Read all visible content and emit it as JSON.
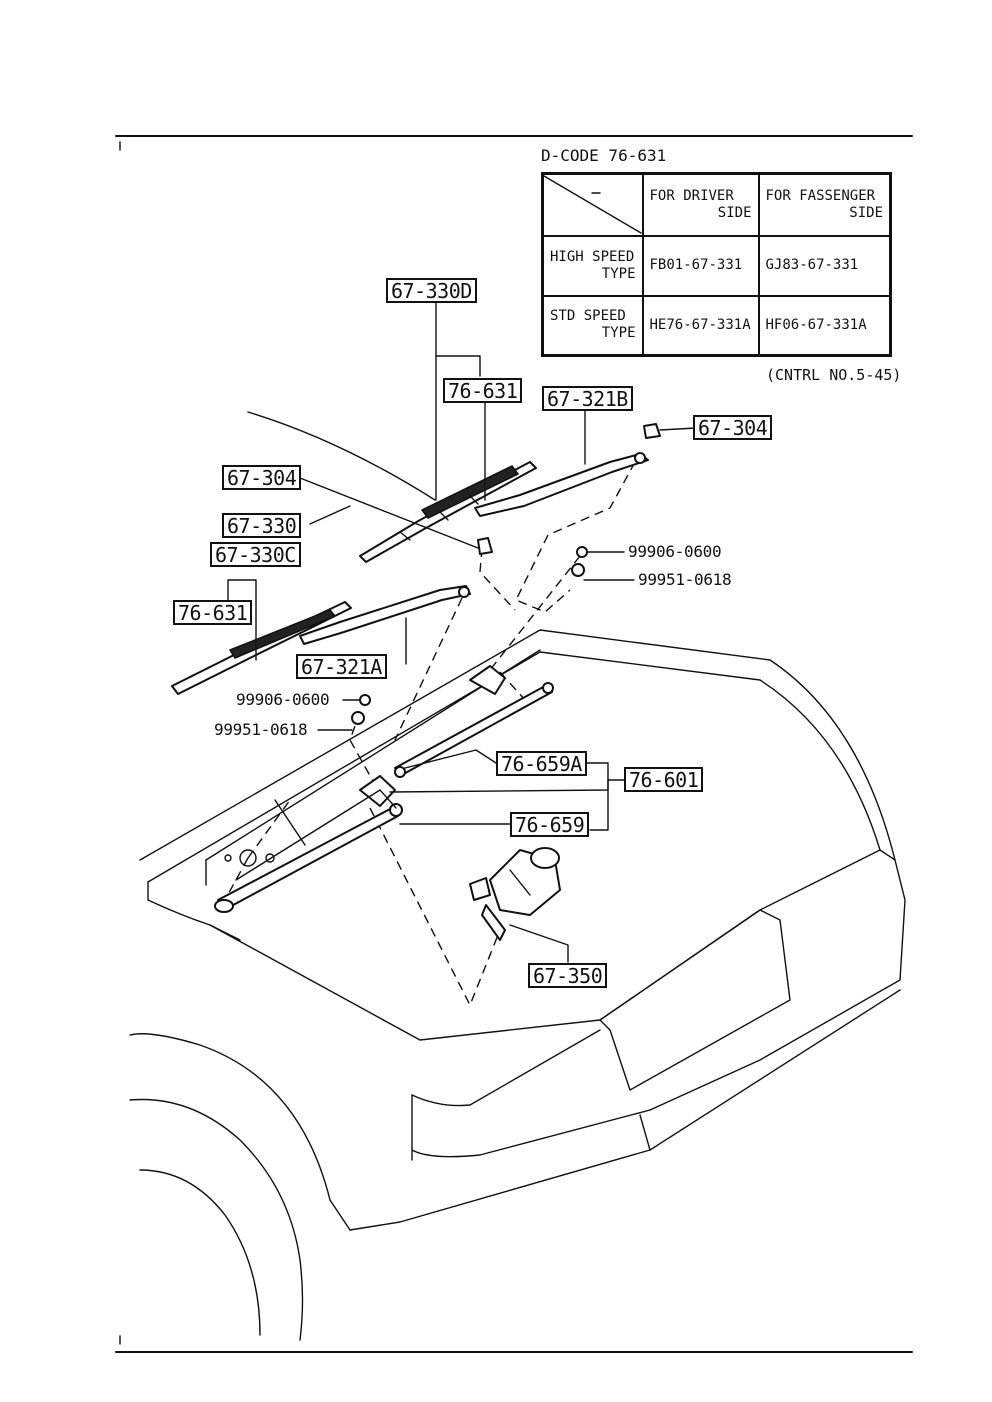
{
  "dcode": {
    "title": "D-CODE 76-631",
    "col_headers": [
      {
        "line1": "FOR DRIVER",
        "line2": "SIDE"
      },
      {
        "line1": "FOR FASSENGER",
        "line2": "SIDE"
      }
    ],
    "rows": [
      {
        "line1": "HIGH SPEED",
        "line2": "TYPE",
        "driver": "FB01-67-331",
        "passenger": "GJ83-67-331"
      },
      {
        "line1": "STD SPEED",
        "line2": "TYPE",
        "driver": "HE76-67-331A",
        "passenger": "HF06-67-331A"
      }
    ],
    "control_note": "(CNTRL NO.5-45)"
  },
  "callouts": {
    "c_67_330D": "67-330D",
    "c_76_631_upper": "76-631",
    "c_67_321B": "67-321B",
    "c_67_304_right": "67-304",
    "c_67_304_left": "67-304",
    "c_67_330": "67-330",
    "c_67_330C": "67-330C",
    "c_76_631_lower": "76-631",
    "c_67_321A": "67-321A",
    "c_76_659A": "76-659A",
    "c_76_601": "76-601",
    "c_76_659": "76-659",
    "c_67_350": "67-350"
  },
  "plain_labels": {
    "nut_right": "99906-0600",
    "washer_right": "99951-0618",
    "nut_left": "99906-0600",
    "washer_left": "99951-0618"
  }
}
